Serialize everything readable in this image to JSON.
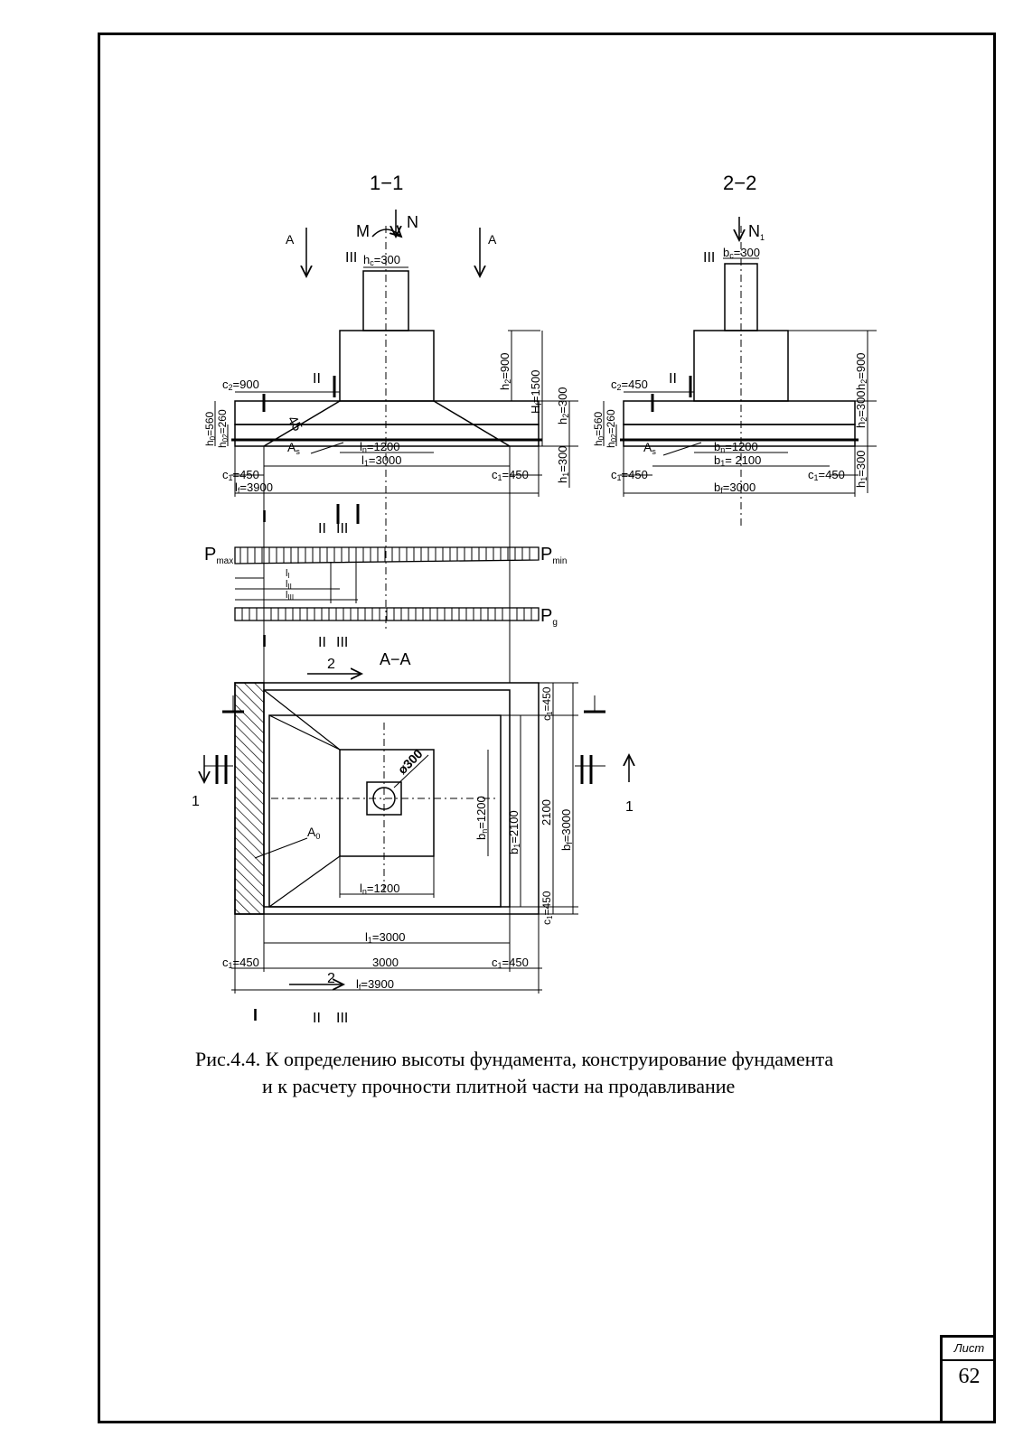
{
  "section_1_1": {
    "title": "1−1",
    "load_M": "M",
    "load_N": "N",
    "arrow_a_left": "A",
    "arrow_a_right": "A",
    "section_mark": "III",
    "column_width": "h",
    "column_width_value": "=300",
    "step_height": "h",
    "step_height_value": "=900",
    "total_height": "H",
    "total_height_value": "=1500",
    "offset_c2": "c",
    "offset_c2_value": "=900",
    "mark_ii": "II",
    "height_h0": "h",
    "height_h0_value": "=560",
    "height_h02": "h",
    "height_h02_value": "=260",
    "slab_h2": "h",
    "slab_h2_value": "=300",
    "slab_h1": "h",
    "slab_h1_value": "=300",
    "angle": "45",
    "rebar": "A",
    "width_ln": "l",
    "width_ln_value": "=1200",
    "width_l1": "l",
    "width_l1_value": "=3000",
    "width_lf": "l",
    "width_lf_value": "=3900",
    "offset_c1_left": "c",
    "offset_c1_left_value": "=450",
    "offset_c1_right": "c",
    "offset_c1_right_value": "=450"
  },
  "section_2_2": {
    "title": "2−2",
    "load_N": "N",
    "section_mark": "III",
    "column_width": "b",
    "column_width_value": "=300",
    "step_height": "h",
    "step_height_value": "=900",
    "offset_c2": "c",
    "offset_c2_value": "=450",
    "mark_ii": "II",
    "height_h0": "h",
    "height_h0_value": "=560",
    "height_h02": "h",
    "height_h02_value": "=260",
    "slab_h2": "h",
    "slab_h2_value": "=300",
    "slab_h1": "h",
    "slab_h1_value": "=300",
    "rebar": "A",
    "width_bn": "b",
    "width_bn_value": "=1200",
    "width_b1": "b",
    "width_b1_value": "= 2100",
    "width_bf": "b",
    "width_bf_value": "=3000",
    "offset_c1_left": "c",
    "offset_c1_left_value": "=450",
    "offset_c1_right": "c",
    "offset_c1_right_value": "=450"
  },
  "pressure": {
    "p_max": "P",
    "p_max_sub": "max",
    "p_min": "P",
    "p_min_sub": "min",
    "p_g": "P",
    "p_g_sub": "g",
    "l_i": "l",
    "l_ii": "l",
    "l_iii": "l",
    "mark_i": "I",
    "mark_ii": "II",
    "mark_iii": "III"
  },
  "plan": {
    "title": "A−A",
    "section_arrow_top": "2",
    "section_arrow_bottom": "2",
    "side_arrow_left": "1",
    "side_arrow_right": "1",
    "hole": "ø300",
    "area": "A",
    "dim_bn": "b",
    "dim_bn_value": "=1200",
    "dim_b1": "b",
    "dim_b1_value": "=2100",
    "dim_2100": "2100",
    "dim_bf": "b",
    "dim_bf_value": "=3000",
    "dim_c1_top": "c",
    "dim_c1_top_value": "=450",
    "dim_c1_bottom": "c",
    "dim_c1_bottom_value": "=450",
    "dim_ln": "l",
    "dim_ln_value": "=1200",
    "dim_l1": "l",
    "dim_l1_value": "=3000",
    "dim_c_left": "c",
    "dim_c_left_value": "=450",
    "dim_3000": "3000",
    "dim_c_right": "c",
    "dim_c_right_value": "=450",
    "dim_lf": "l",
    "dim_lf_value": "=3900"
  },
  "caption": {
    "line1": "Рис.4.4. К определению высоты фундамента, конструирование фундамента",
    "line2": "и к расчету прочности плитной части на продавливание"
  },
  "sheet": {
    "label": "Лист",
    "number": "62"
  }
}
